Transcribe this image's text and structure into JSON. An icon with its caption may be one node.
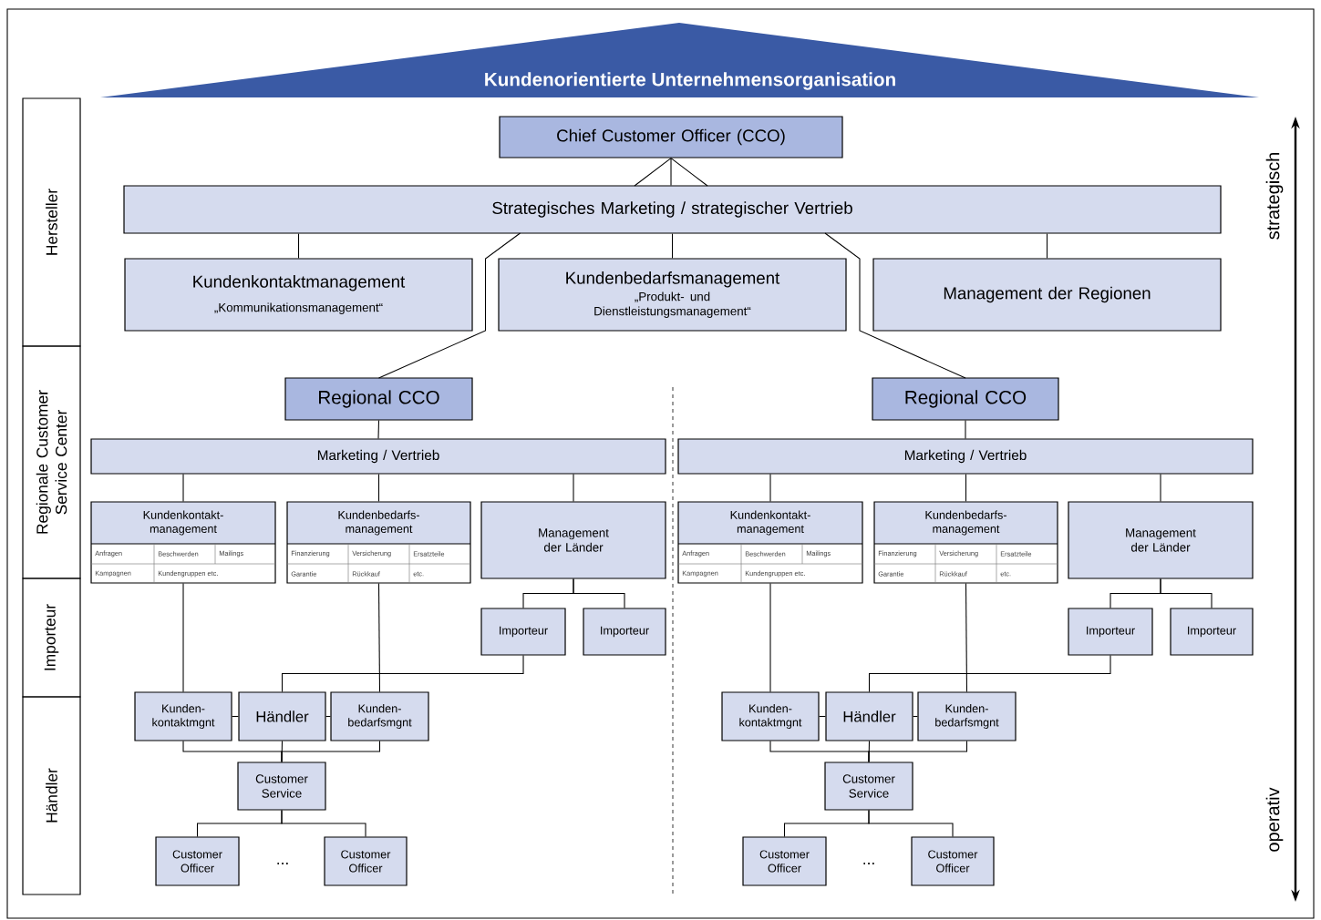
{
  "diagram": {
    "title": "Kundenorientierte Unternehmensorganisation",
    "nodes": [
      {
        "text": [
          "Chief Customer Officer (CCO)"
        ]
      },
      {
        "text": [
          "Strategisches Marketing / strategischer Vertrieb"
        ]
      },
      {
        "text": [
          "Kundenkontaktmanagement",
          "„Kommunikationsmanagement“"
        ]
      },
      {
        "text": [
          "Kundenbedarfsmanagement",
          "„Produkt- und Dienstleistungsmanagement“"
        ]
      },
      {
        "text": [
          "Management der Regionen"
        ]
      },
      {
        "text": [
          "Regional CCO"
        ]
      },
      {
        "text": [
          "Regional CCO"
        ]
      },
      {
        "text": [
          "Marketing / Vertrieb"
        ]
      },
      {
        "text": [
          "Kundenkontakt- management",
          "Anfragen",
          "Beschwerden",
          "Mailings",
          "Kampagnen",
          "Kundengruppen etc."
        ]
      },
      {
        "text": [
          "Kundenbedarfs- management",
          "Finanzierung",
          "Versicherung",
          "Ersatzteile",
          "Garantie",
          "Rückkauf",
          "etc."
        ]
      },
      {
        "text": [
          "Management der Länder"
        ]
      },
      {
        "text": [
          "Importeur"
        ]
      },
      {
        "text": [
          "Importeur"
        ]
      },
      {
        "text": [
          "Kunden- kontaktmgnt"
        ]
      },
      {
        "text": [
          "Händler"
        ]
      },
      {
        "text": [
          "Kunden- bedarfsmgnt"
        ]
      },
      {
        "text": [
          "Customer Service"
        ]
      },
      {
        "text": [
          "Customer Officer"
        ]
      },
      {
        "text": [
          "Customer Officer"
        ]
      },
      {
        "text": [
          "Marketing / Vertrieb"
        ]
      },
      {
        "text": [
          "Kundenkontakt- management",
          "Anfragen",
          "Beschwerden",
          "Mailings",
          "Kampagnen",
          "Kundengruppen etc."
        ]
      },
      {
        "text": [
          "Kundenbedarfs- management",
          "Finanzierung",
          "Versicherung",
          "Ersatzteile",
          "Garantie",
          "Rückkauf",
          "etc."
        ]
      },
      {
        "text": [
          "Management der Länder"
        ]
      },
      {
        "text": [
          "Importeur"
        ]
      },
      {
        "text": [
          "Importeur"
        ]
      },
      {
        "text": [
          "Kunden- kontaktmgnt"
        ]
      },
      {
        "text": [
          "Händler"
        ]
      },
      {
        "text": [
          "Kunden- bedarfsmgnt"
        ]
      },
      {
        "text": [
          "Customer Service"
        ]
      },
      {
        "text": [
          "Customer Officer"
        ]
      },
      {
        "text": [
          "Customer Officer"
        ]
      },
      {
        "text": [
          "Hersteller"
        ]
      },
      {
        "text": [
          "Regionale Customer Service Center"
        ]
      },
      {
        "text": [
          "Importeur"
        ]
      },
      {
        "text": [
          "Händler"
        ]
      }
    ],
    "edges": [
      {
        "from": 0,
        "to": 1,
        "arrow": "none"
      },
      {
        "from": 1,
        "to": 5,
        "arrow": "none"
      },
      {
        "from": 1,
        "to": 6,
        "arrow": "none"
      },
      {
        "from": 1,
        "to": 2,
        "arrow": "none"
      },
      {
        "from": 1,
        "to": 3,
        "arrow": "none"
      },
      {
        "from": 1,
        "to": 4,
        "arrow": "none"
      },
      {
        "from": 5,
        "to": 7,
        "arrow": "none"
      },
      {
        "from": 7,
        "to": 8,
        "arrow": "none"
      },
      {
        "from": 7,
        "to": 9,
        "arrow": "none"
      },
      {
        "from": 7,
        "to": 10,
        "arrow": "none"
      },
      {
        "from": 10,
        "to": 11,
        "arrow": "none"
      },
      {
        "from": 10,
        "to": 12,
        "arrow": "none"
      },
      {
        "from": 8,
        "to": 13,
        "arrow": "none"
      },
      {
        "from": 9,
        "to": 15,
        "arrow": "none"
      },
      {
        "from": 11,
        "to": 14,
        "arrow": "none"
      },
      {
        "from": 13,
        "to": 14,
        "arrow": "none"
      },
      {
        "from": 14,
        "to": 15,
        "arrow": "none"
      },
      {
        "from": 13,
        "to": 16,
        "arrow": "none"
      },
      {
        "from": 14,
        "to": 16,
        "arrow": "none"
      },
      {
        "from": 15,
        "to": 16,
        "arrow": "none"
      },
      {
        "from": 16,
        "to": 17,
        "arrow": "none"
      },
      {
        "from": 16,
        "to": 18,
        "arrow": "none"
      },
      {
        "from": 6,
        "to": 19,
        "arrow": "none"
      },
      {
        "from": 19,
        "to": 20,
        "arrow": "none"
      },
      {
        "from": 19,
        "to": 21,
        "arrow": "none"
      },
      {
        "from": 19,
        "to": 22,
        "arrow": "none"
      },
      {
        "from": 22,
        "to": 23,
        "arrow": "none"
      },
      {
        "from": 22,
        "to": 24,
        "arrow": "none"
      },
      {
        "from": 20,
        "to": 25,
        "arrow": "none"
      },
      {
        "from": 21,
        "to": 27,
        "arrow": "none"
      },
      {
        "from": 23,
        "to": 26,
        "arrow": "none"
      },
      {
        "from": 25,
        "to": 26,
        "arrow": "none"
      },
      {
        "from": 26,
        "to": 27,
        "arrow": "none"
      },
      {
        "from": 25,
        "to": 28,
        "arrow": "none"
      },
      {
        "from": 26,
        "to": 28,
        "arrow": "none"
      },
      {
        "from": 27,
        "to": 28,
        "arrow": "none"
      },
      {
        "from": 28,
        "to": 29,
        "arrow": "none"
      },
      {
        "from": 28,
        "to": 30,
        "arrow": "none"
      }
    ],
    "labels": [
      "strategisch",
      "operativ",
      "...",
      "..."
    ]
  }
}
